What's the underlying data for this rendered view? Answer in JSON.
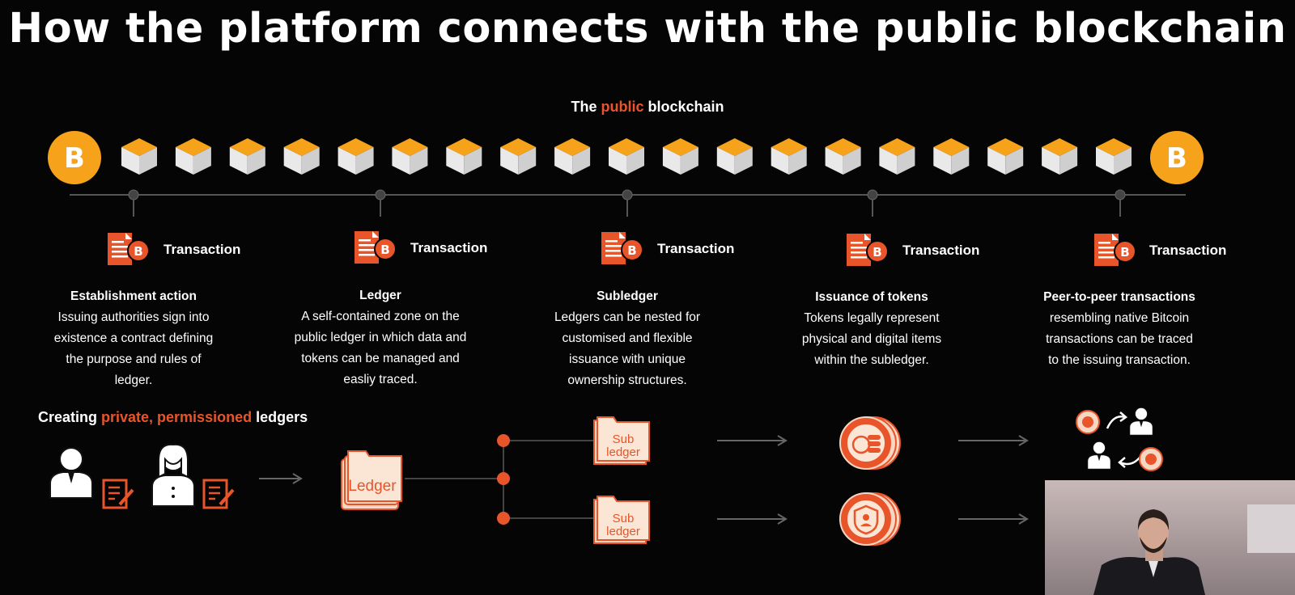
{
  "title": "How the platform connects with the public blockchain",
  "blockchain_label": {
    "prefix": "The ",
    "accent": "public",
    "suffix": " blockchain"
  },
  "coin_symbol": "B",
  "block_count": 19,
  "transaction_label": "Transaction",
  "columns": [
    {
      "heading": "Establishment action",
      "lines": [
        "Issuing authorities sign into",
        "existence a contract defining",
        "the purpose and rules of",
        "ledger."
      ]
    },
    {
      "heading": "Ledger",
      "lines": [
        "A self-contained zone on the",
        "public ledger in which data and",
        "tokens can be managed and",
        "easliy traced."
      ]
    },
    {
      "heading": "Subledger",
      "lines": [
        "Ledgers can be nested for",
        "customised and flexible",
        "issuance with unique",
        "ownership structures."
      ]
    },
    {
      "heading": "Issuance of tokens",
      "lines": [
        "Tokens legally represent",
        "physical and digital items",
        "within the subledger."
      ]
    },
    {
      "heading": "Peer-to-peer transactions",
      "lines": [
        "resembling native Bitcoin",
        "transactions can be traced",
        "to the issuing transaction."
      ]
    }
  ],
  "private": {
    "prefix": "Creating ",
    "accent": "private, permissioned",
    "suffix": " ledgers"
  },
  "ledger_label": "Ledger",
  "subledger_label": [
    "Sub",
    "ledger"
  ],
  "colors": {
    "accent": "#e8552b",
    "orange_coin": "#f7a21b",
    "cube_top": "#f7a21b",
    "cube_side": "#e6e6e6",
    "line": "#555555",
    "background": "#050505"
  },
  "icons": [
    "bitcoin-coin-icon",
    "block-cube-icon",
    "document-icon",
    "user-icon",
    "contract-icon",
    "folder-icon",
    "token-stack-icon",
    "arrow-icon"
  ]
}
